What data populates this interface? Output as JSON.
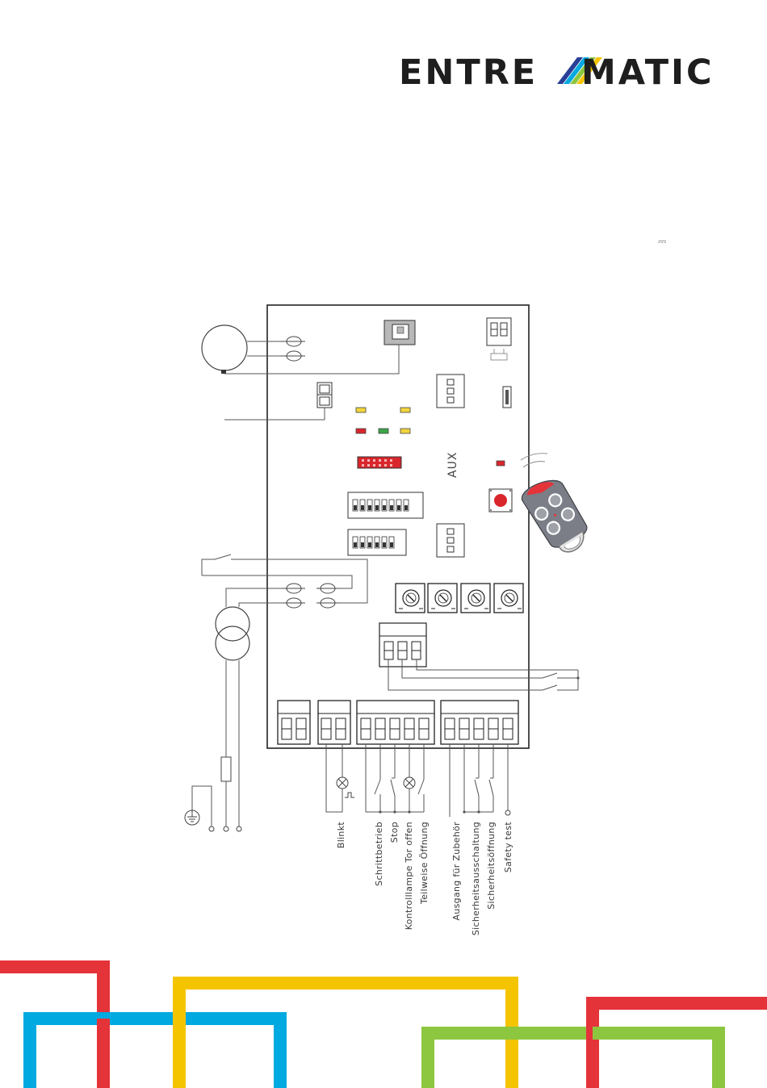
{
  "brand": {
    "logo_left": "ENTRE",
    "logo_right": "MATIC",
    "accent_stripe_colors": [
      "#2a3f95",
      "#00a9e0",
      "#8dc63f",
      "#f5c400",
      "#e5333a"
    ]
  },
  "dc_symbol": "⎓",
  "board": {
    "aux_label": "AUX"
  },
  "terminal_labels": [
    "Blinkt",
    "Schrittbetrieb",
    "Stop",
    "Kontrolllampe Tor offen",
    "Teilweise Öffnung",
    "Ausgang für Zubehör",
    "Sicherheitsausschaltung",
    "Sicherheitsöffnung",
    "Safety test"
  ],
  "decor_colors": {
    "red": "#e5333a",
    "blue": "#00a9e0",
    "yellow": "#f5c400",
    "green": "#8dc63f",
    "led_yellow": "#f2d43c",
    "led_red": "#d9262c",
    "led_green": "#3aa649",
    "remote_body": "#7b7e86"
  }
}
